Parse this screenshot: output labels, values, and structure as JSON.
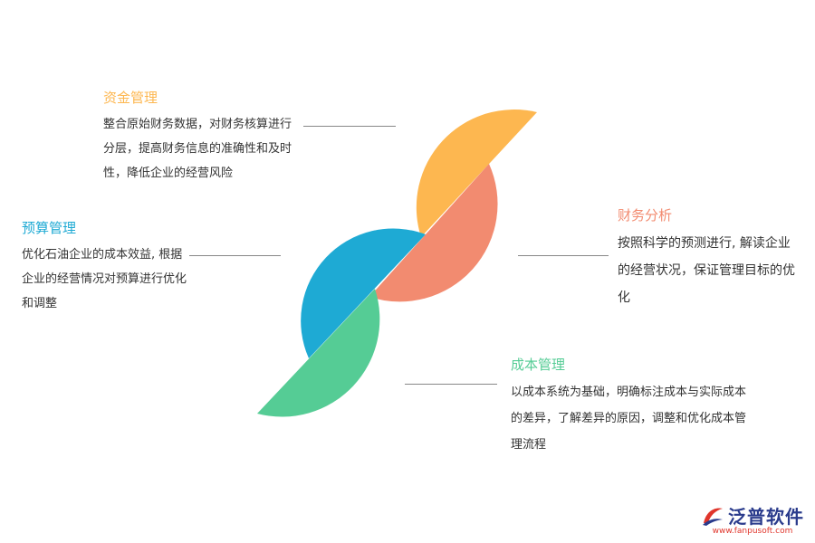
{
  "colors": {
    "zijin": "#FDB750",
    "caiwu": "#F28B70",
    "yusuan": "#1EAAD4",
    "chengben": "#55CC95",
    "text": "#333333",
    "connector": "#888888",
    "logo_blue": "#2a3b8c",
    "logo_red": "#e0352b"
  },
  "items": {
    "zijin": {
      "title": "资金管理",
      "desc": "整合原始财务数据，对财务核算进行分层，提高财务信息的准确性和及时性，降低企业的经营风险"
    },
    "yusuan": {
      "title": "预算管理",
      "desc": "优化石油企业的成本效益, 根据企业的经营情况对预算进行优化和调整"
    },
    "caiwu": {
      "title": "财务分析",
      "desc": "按照科学的预测进行, 解读企业的经营状况，保证管理目标的优化"
    },
    "chengben": {
      "title": "成本管理",
      "desc": "以成本系统为基础，明确标注成本与实际成本的差异，了解差异的原因，调整和优化成本管理流程"
    }
  },
  "logo": {
    "icon": "fanpu-logo-icon",
    "name": "泛普软件",
    "url": "www.fanpusoft.com"
  }
}
